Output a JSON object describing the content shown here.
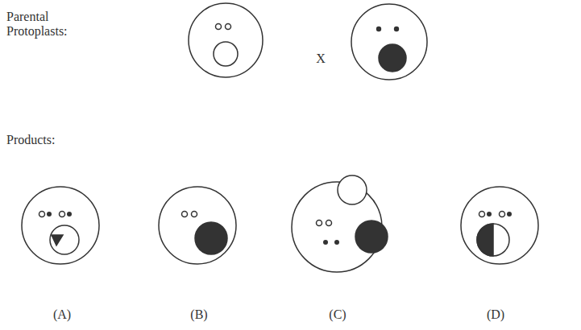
{
  "diagram": {
    "labels": [
      "Parental Protoplasts:",
      "X",
      "Products:",
      "(A)",
      "(B)",
      "(C)",
      "(D)"
    ]
  }
}
